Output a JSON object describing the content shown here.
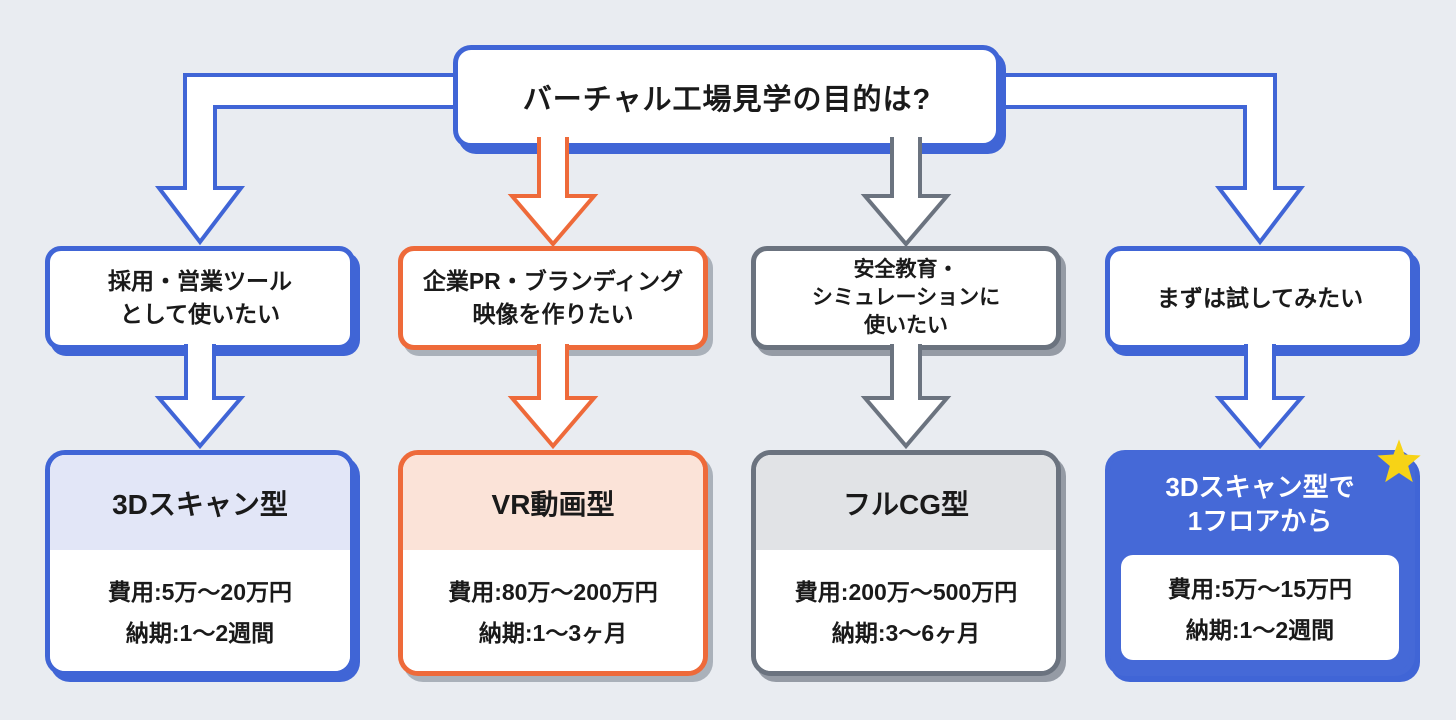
{
  "page": {
    "background": "#e9ecf1",
    "text_color": "#1a1a1a"
  },
  "colors": {
    "blue": "#4065d6",
    "orange": "#ee6a3a",
    "gray": "#6b737f",
    "highlight_blue": "#4569d7",
    "star_yellow": "#f7d316",
    "header_bg_blue": "#e2e6f7",
    "header_bg_orange": "#fbe3d8",
    "header_bg_gray": "#e1e3e6"
  },
  "title": {
    "text": "バーチャル工場見学の目的は?"
  },
  "branches": [
    {
      "lines": [
        "採用・営業ツール",
        "として使いたい"
      ],
      "color": "#4065d6"
    },
    {
      "lines": [
        "企業PR・ブランディング",
        "映像を作りたい"
      ],
      "color": "#ee6a3a"
    },
    {
      "lines": [
        "安全教育・",
        "シミュレーションに",
        "使いたい"
      ],
      "color": "#6b737f"
    },
    {
      "lines": [
        "まずは試してみたい"
      ],
      "color": "#4065d6"
    }
  ],
  "results": [
    {
      "name": "3Dスキャン型",
      "cost": "費用:5万〜20万円",
      "delivery": "納期:1〜2週間",
      "accent": "#4065d6",
      "header_bg": "#e2e6f7",
      "highlighted": false
    },
    {
      "name": "VR動画型",
      "cost": "費用:80万〜200万円",
      "delivery": "納期:1〜3ヶ月",
      "accent": "#ee6a3a",
      "header_bg": "#fbe3d8",
      "highlighted": false
    },
    {
      "name": "フルCG型",
      "cost": "費用:200万〜500万円",
      "delivery": "納期:3〜6ヶ月",
      "accent": "#6b737f",
      "header_bg": "#e1e3e6",
      "highlighted": false
    },
    {
      "name_lines": [
        "3Dスキャン型で",
        "1フロアから"
      ],
      "cost": "費用:5万〜15万円",
      "delivery": "納期:1〜2週間",
      "accent": "#4569d7",
      "header_bg": "#4569d7",
      "highlighted": true
    }
  ]
}
